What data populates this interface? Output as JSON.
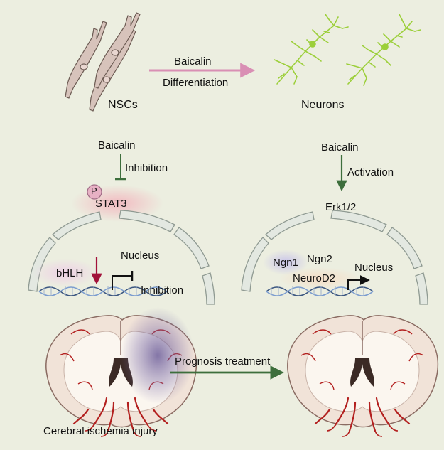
{
  "top": {
    "source_label": "NSCs",
    "target_label": "Neurons",
    "arrow_top_label": "Baicalin",
    "arrow_bottom_label": "Differentiation"
  },
  "left_pathway": {
    "agent": "Baicalin",
    "effect": "Inhibition",
    "phospho": "P",
    "target": "STAT3",
    "nucleus": "Nucleus",
    "gene": "bHLH",
    "dna_effect": "Inhibition"
  },
  "right_pathway": {
    "agent": "Baicalin",
    "effect": "Activation",
    "target": "Erk1/2",
    "factor_1": "Ngn1",
    "factor_2": "Ngn2",
    "factor_3": "NeuroD2",
    "nucleus": "Nucleus"
  },
  "bottom": {
    "injury_label": "Cerebral ischemia injury",
    "treatment_label": "Prognosis treatment"
  },
  "colors": {
    "background": "#eceee0",
    "pink_arrow": "#d98fb4",
    "green_arrow": "#3d6e3c",
    "down_arrow_red": "#a2123a",
    "cell_body": "#d7c3bb",
    "neuron_green": "#9ccf3a",
    "brain_vessel": "#b3201f",
    "brain_gray": "#f1e3d8",
    "brain_white": "#fbf6ef",
    "injury_shade": "#6e5a9a"
  }
}
